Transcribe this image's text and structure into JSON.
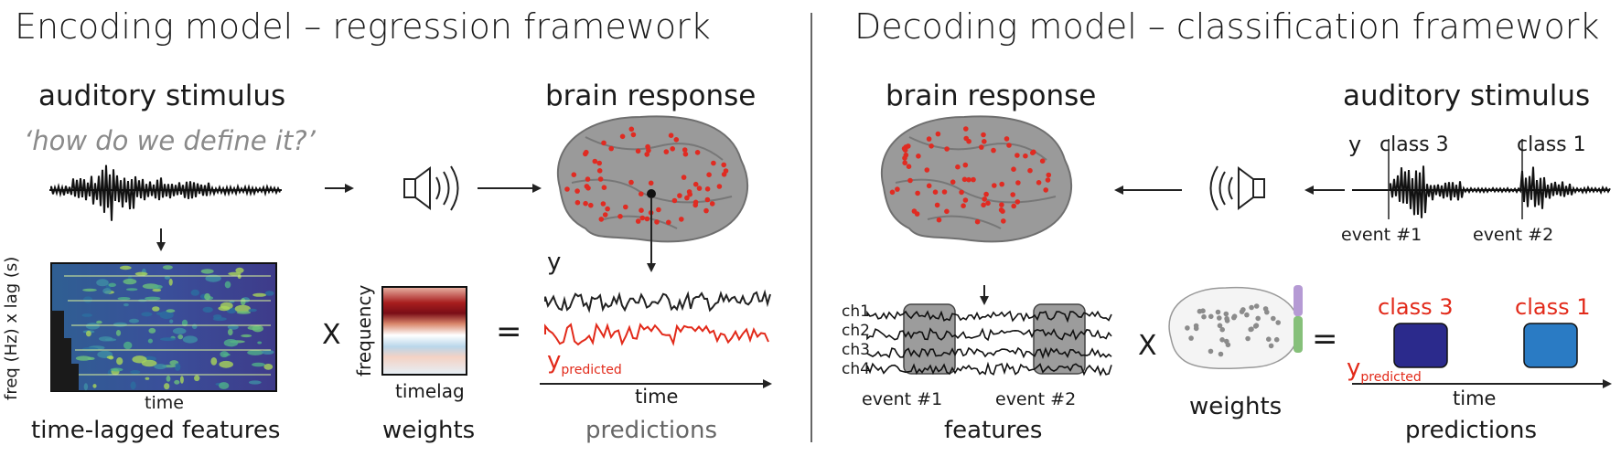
{
  "encoding": {
    "title": "Encoding model – regression framework",
    "stimulus_label": "auditory  stimulus",
    "question": "‘how do we define it?’",
    "brain_label": "brain response",
    "spectrogram_ylabel": "freq (Hz) x lag (s)",
    "spectrogram_xlabel": "time",
    "features_caption": "time-lagged features",
    "times_symbol": "X",
    "weights_ylabel": "frequency",
    "weights_xlabel": "timelag",
    "weights_caption": "weights",
    "equals_symbol": "=",
    "y_label": "y",
    "y_pred_main": "y",
    "y_pred_sub": "predicted",
    "time_label": "time",
    "predictions_caption": "predictions"
  },
  "decoding": {
    "title": "Decoding model – classification framework",
    "brain_label": "brain response",
    "stimulus_label": "auditory stimulus",
    "y_label": "y",
    "class3_label": "class 3",
    "class1_label": "class 1",
    "event1_label": "event #1",
    "event2_label": "event #2",
    "channels": [
      "ch1",
      "ch2",
      "ch3",
      "ch4"
    ],
    "features_caption": "features",
    "times_symbol": "X",
    "weights_caption": "weights",
    "equals_symbol": "=",
    "pred_class3": "class 3",
    "pred_class1": "class 1",
    "y_pred_main": "y",
    "y_pred_sub": "predicted",
    "time_label": "time",
    "predictions_caption": "predictions",
    "class3_color": "#2b2a8c",
    "class1_color": "#2a7bc4"
  }
}
